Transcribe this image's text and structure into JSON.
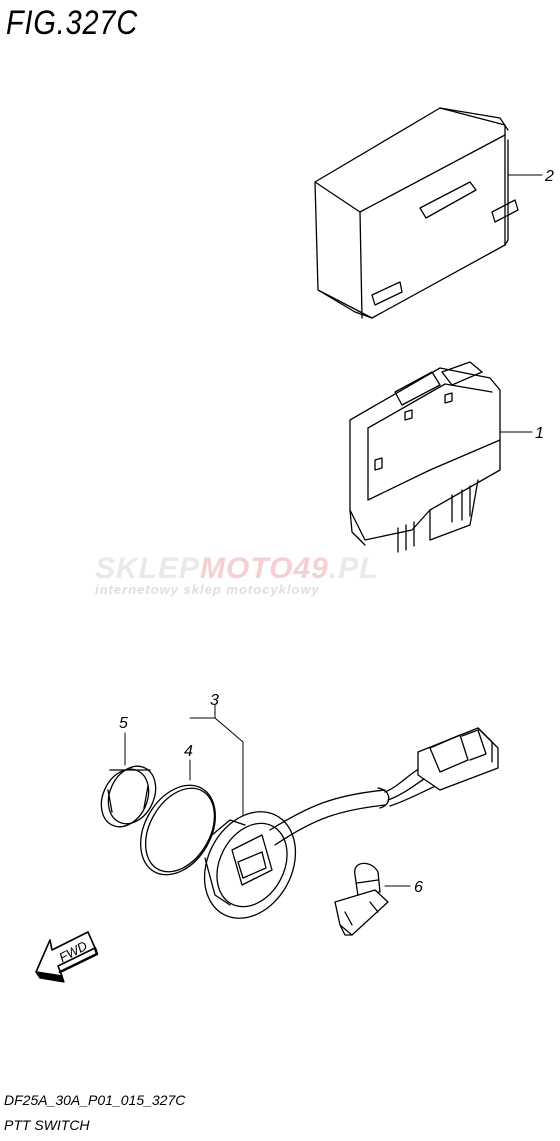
{
  "figure": {
    "title": "FIG.327C"
  },
  "footer": {
    "code": "DF25A_30A_P01_015_327C",
    "name": "PTT SWITCH"
  },
  "watermark": {
    "part1": "SKLEP",
    "part2": "MOTO",
    "part3": "49",
    "part4": ".PL",
    "subtitle": "internetowy sklep motocyklowy"
  },
  "callouts": [
    "1",
    "2",
    "3",
    "4",
    "5",
    "6"
  ],
  "direction": {
    "label": "FWD"
  },
  "colors": {
    "line": "#000000",
    "watermark_accent": "#f6d0d0",
    "watermark_text": "#e9e9e9"
  }
}
